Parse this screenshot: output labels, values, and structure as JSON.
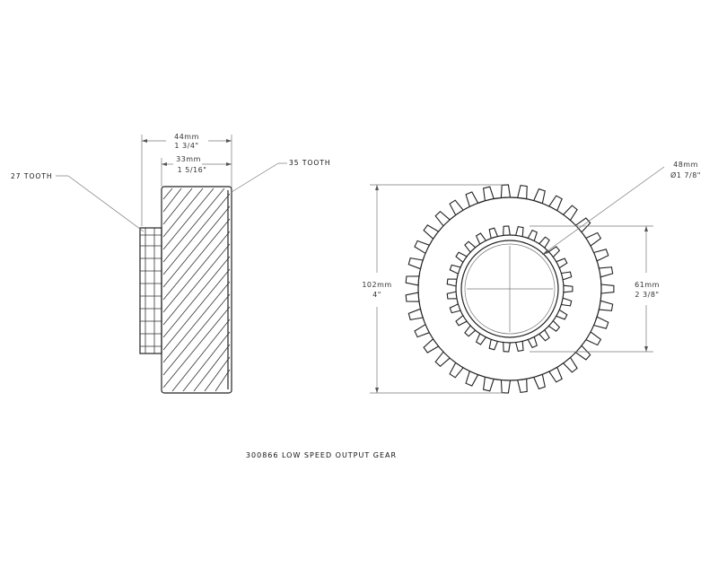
{
  "side_view": {
    "overall_width_mm": "44mm",
    "overall_width_in": "1 3/4\"",
    "gear_width_mm": "33mm",
    "gear_width_in": "1 5/16\"",
    "small_gear_callout": "27 TOOTH",
    "large_gear_callout": "35 TOOTH"
  },
  "front_view": {
    "outer_diameter_mm": "102mm",
    "outer_diameter_in": "4\"",
    "bore_diameter_mm": "48mm",
    "bore_diameter_in": "Ø1 7/8\"",
    "inner_gear_diameter_mm": "61mm",
    "inner_gear_diameter_in": "2 3/8\"",
    "outer_teeth": 35,
    "inner_teeth": 27
  },
  "title": "300866 LOW SPEED OUTPUT GEAR"
}
